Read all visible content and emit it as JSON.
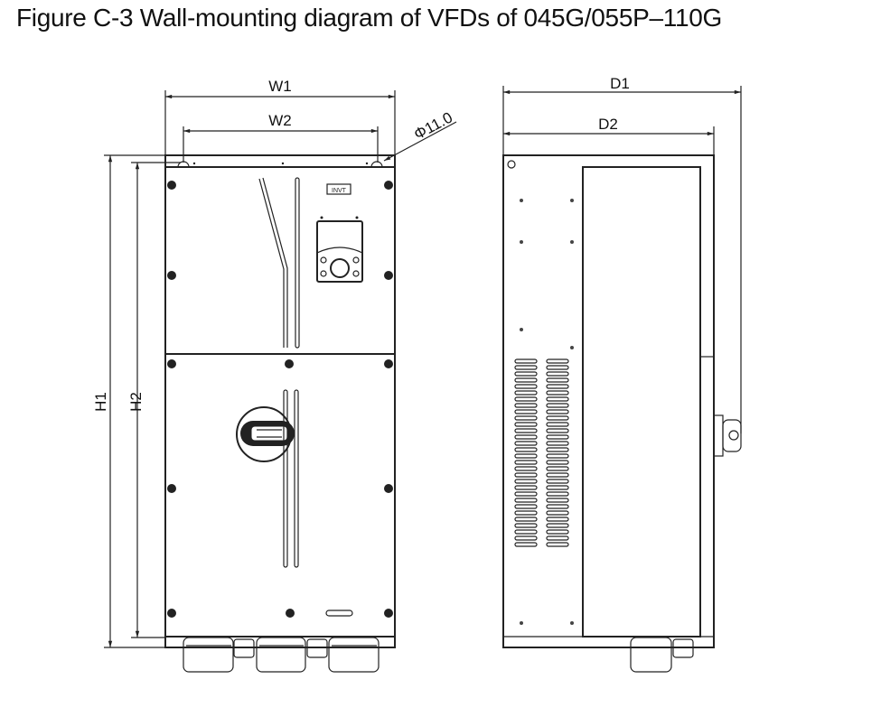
{
  "title": "Figure C-3 Wall-mounting diagram of VFDs of 045G/055P–110G",
  "front_view": {
    "dimensions": {
      "w1": "W1",
      "w2": "W2",
      "h1": "H1",
      "h2": "H2",
      "hole": "Φ11.0"
    },
    "logo": "INVT"
  },
  "side_view": {
    "dimensions": {
      "d1": "D1",
      "d2": "D2"
    }
  }
}
